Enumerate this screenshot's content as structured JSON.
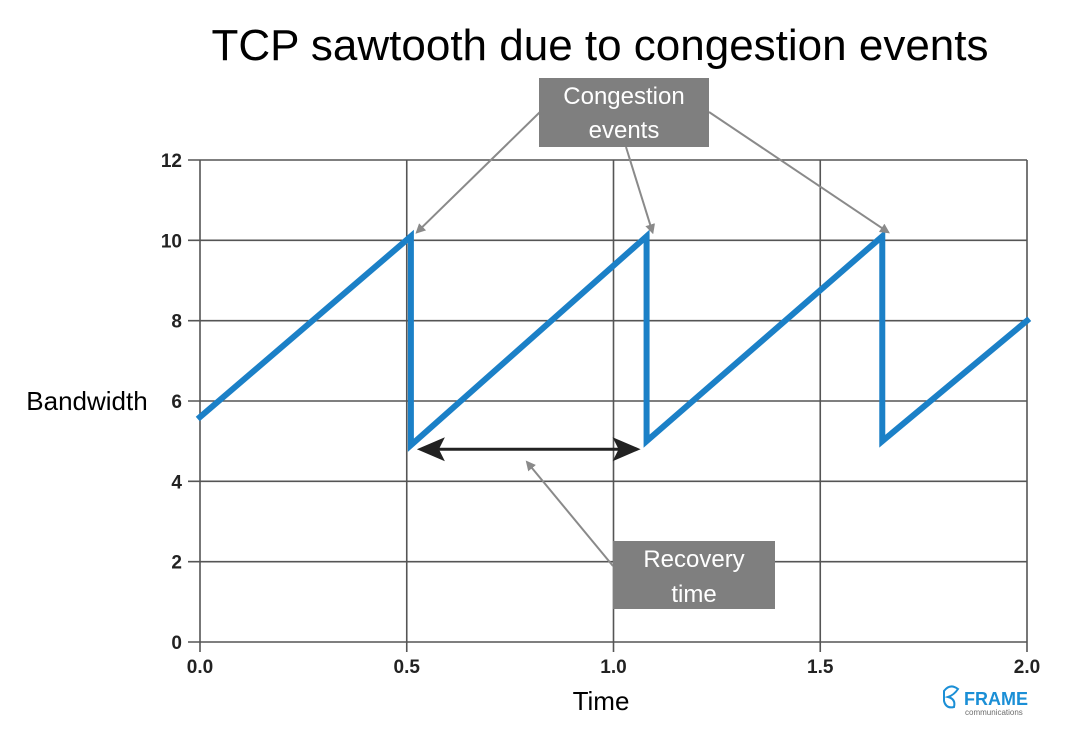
{
  "title": "TCP sawtooth due to congestion events",
  "chart_data": {
    "type": "line",
    "title": "TCP sawtooth due to congestion events",
    "xlabel": "Time",
    "ylabel": "Bandwidth",
    "xlim": [
      0,
      2
    ],
    "ylim": [
      0,
      12
    ],
    "x_ticks": [
      "0.0",
      "0.5",
      "1.0",
      "1.5",
      "2.0"
    ],
    "y_ticks": [
      "0",
      "2",
      "4",
      "6",
      "8",
      "10",
      "12"
    ],
    "grid": true,
    "series": [
      {
        "x": [
          0.0,
          0.51,
          0.51,
          1.08,
          1.08,
          1.65,
          1.65,
          2.0
        ],
        "y": [
          5.6,
          10.1,
          4.9,
          10.1,
          5.0,
          10.1,
          5.0,
          8.0
        ]
      }
    ],
    "annotations": [
      {
        "label_lines": [
          "Congestion",
          "events"
        ],
        "points_to": [
          [
            0.51,
            10.1
          ],
          [
            1.08,
            10.1
          ],
          [
            1.65,
            10.1
          ]
        ]
      },
      {
        "label_lines": [
          "Recovery",
          "time"
        ],
        "span": [
          0.51,
          1.08
        ],
        "y": 4.8
      }
    ]
  },
  "colors": {
    "line": "#1b80c7",
    "grid": "#555555",
    "callout_bg": "#7f7f7f",
    "arrow": "#222222",
    "pointer": "#8a8a8a"
  },
  "logo": {
    "name": "FRAME",
    "sub": "communications"
  }
}
